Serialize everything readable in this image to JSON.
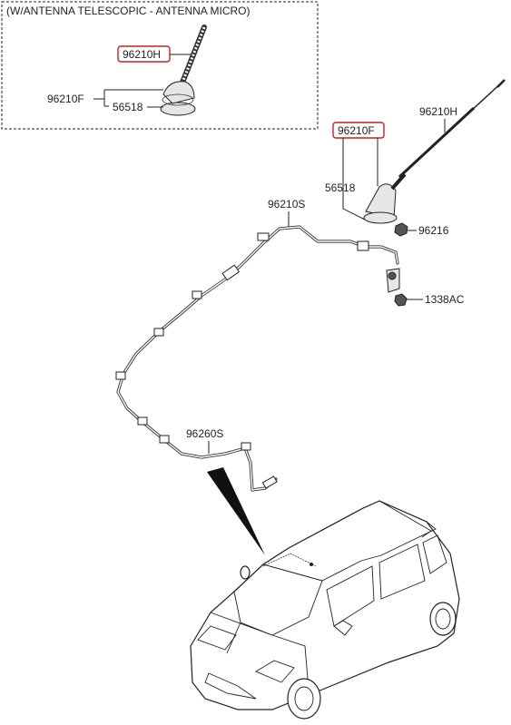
{
  "inset": {
    "title": "(W/ANTENNA TELESCOPIC - ANTENNA MICRO)",
    "highlight_label": "96210H",
    "label_assembly": "96210F",
    "label_pad": "56518"
  },
  "main": {
    "highlight_label": "96210F",
    "label_rod": "96210H",
    "label_pad": "56518",
    "label_cable_upper": "96210S",
    "label_nut": "96216",
    "label_bolt": "1338AC",
    "label_cable_lower": "96260S"
  },
  "colors": {
    "highlight_border": "#cc1f1f",
    "line": "#222222",
    "background": "#ffffff"
  }
}
